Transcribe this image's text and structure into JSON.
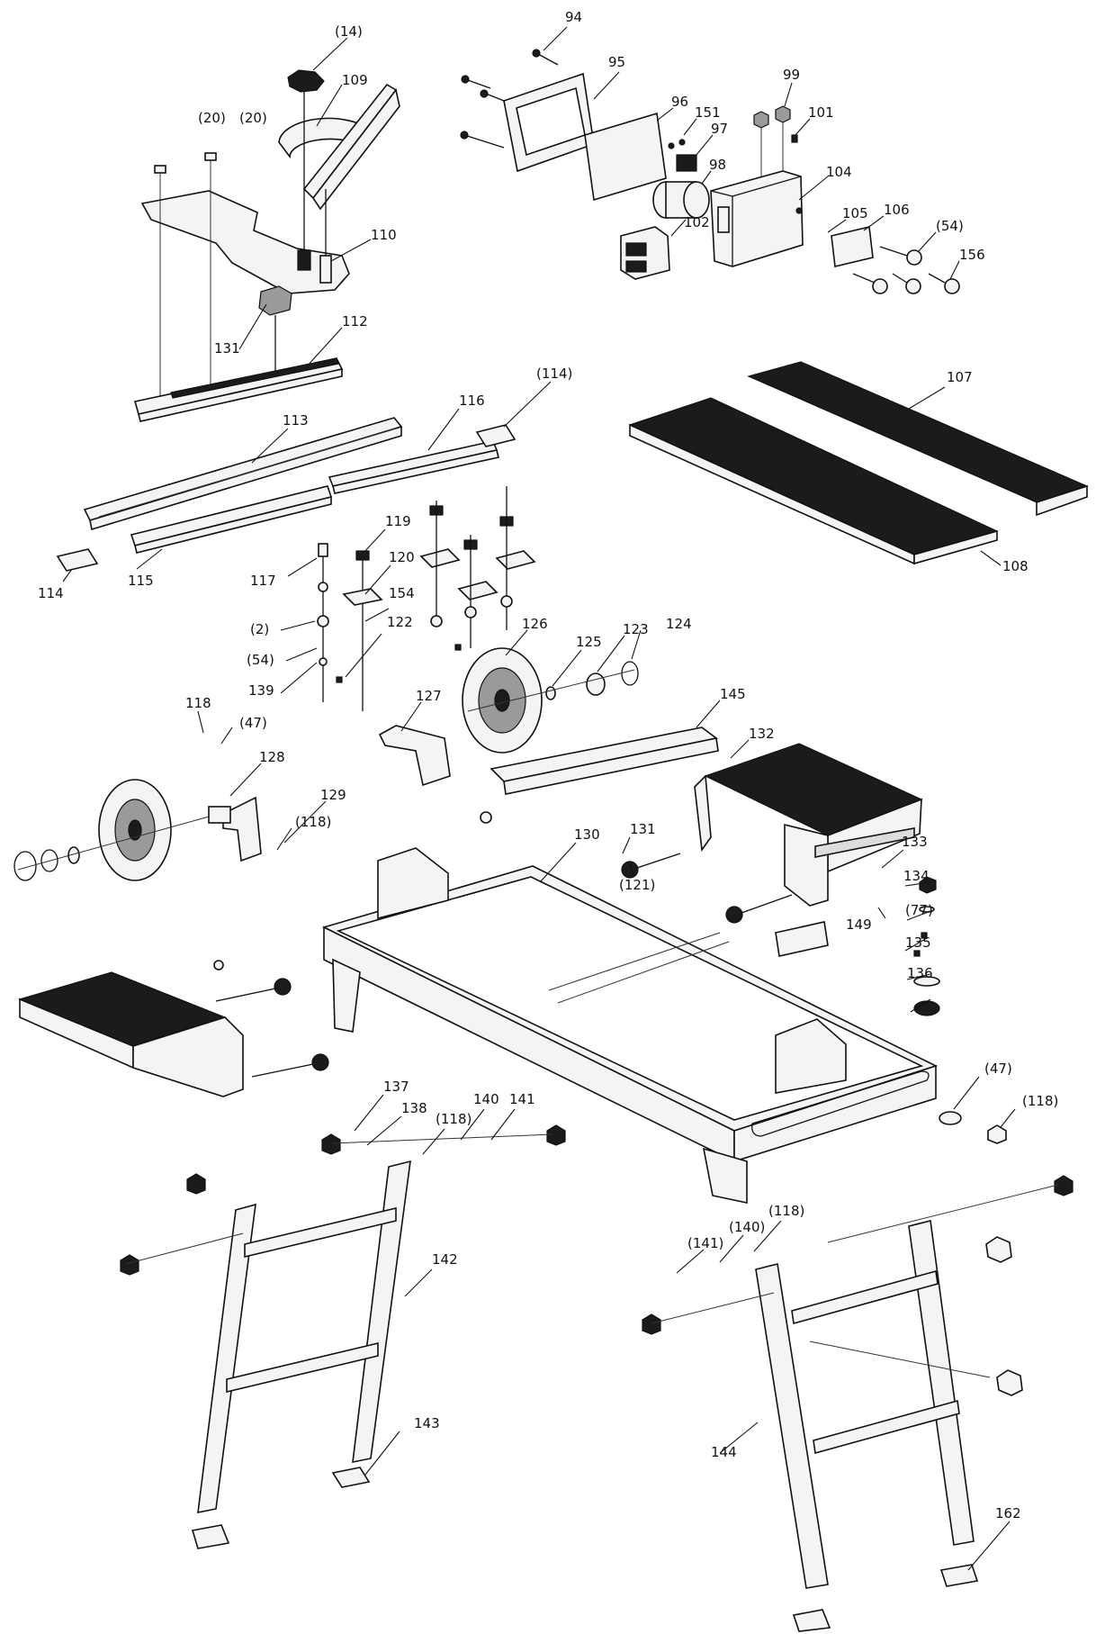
{
  "labels": {
    "l94": "94",
    "l95": "95",
    "l96": "96",
    "l151": "151",
    "l97": "97",
    "l98": "98",
    "l99": "99",
    "l101": "101",
    "l102": "102",
    "l104": "104",
    "l105": "105",
    "l106": "106",
    "l54a": "(54)",
    "l156": "156",
    "l14": "(14)",
    "l109": "109",
    "l20a": "(20)",
    "l20b": "(20)",
    "l110": "110",
    "l131a": "131",
    "l112": "112",
    "l113": "113",
    "l116": "116",
    "l114a": "(114)",
    "l114b": "114",
    "l115": "115",
    "l107": "107",
    "l108": "108",
    "l117": "117",
    "l119": "119",
    "l120": "120",
    "l154": "154",
    "l2": "(2)",
    "l122": "122",
    "l54b": "(54)",
    "l139": "139",
    "l126": "126",
    "l125": "125",
    "l123": "123",
    "l124": "124",
    "l145": "145",
    "l127": "127",
    "l118a": "118",
    "l47a": "(47)",
    "l128": "128",
    "l129": "129",
    "l118b": "(118)",
    "l132": "132",
    "l130": "130",
    "l131b": "131",
    "l121": "(121)",
    "l133": "133",
    "l134": "134",
    "l77": "(77)",
    "l135": "135",
    "l136": "136",
    "l149": "149",
    "l47b": "(47)",
    "l118c": "(118)",
    "l137": "137",
    "l138": "138",
    "l118d": "(118)",
    "l140a": "140",
    "l141a": "141",
    "l142": "142",
    "l143": "143",
    "l141b": "(141)",
    "l140b": "(140)",
    "l118e": "(118)",
    "l144": "144",
    "l162": "162"
  }
}
